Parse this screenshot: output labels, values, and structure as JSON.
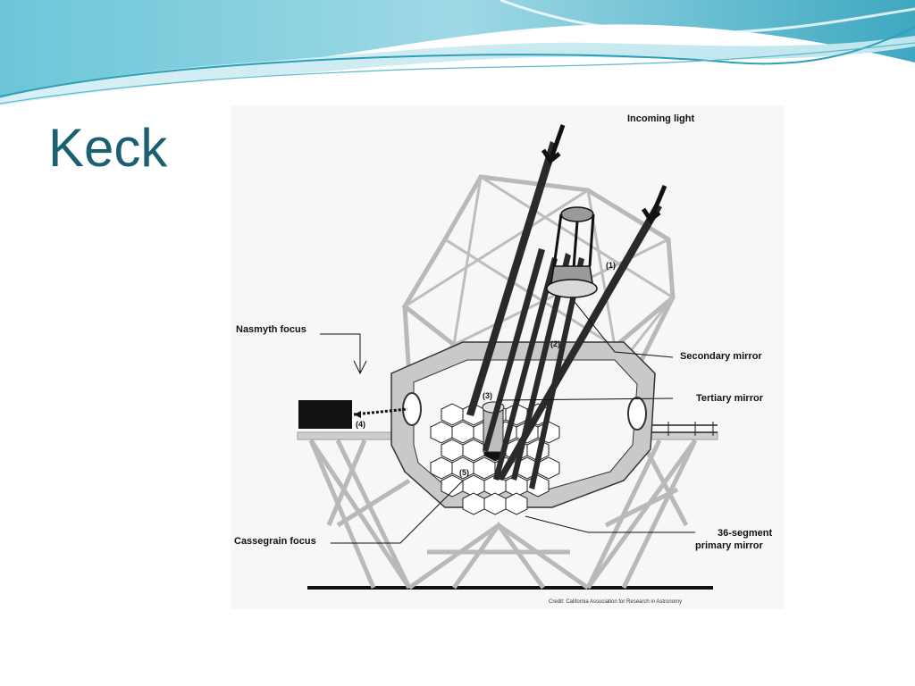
{
  "slide": {
    "title": "Keck"
  },
  "diagram": {
    "labels": {
      "incoming_light": "Incoming light",
      "nasmyth_focus": "Nasmyth focus",
      "secondary_mirror": "Secondary mirror",
      "tertiary_mirror": "Tertiary mirror",
      "cassegrain_focus": "Cassegrain focus",
      "primary_mirror_line1": "36-segment",
      "primary_mirror_line2": "primary mirror"
    },
    "path_numbers": {
      "n1": "(1)",
      "n2": "(2)",
      "n3": "(3)",
      "n4": "(4)",
      "n5": "(5)"
    },
    "credit": "Credit: California Association for Research in Astronomy"
  },
  "colors": {
    "title": "#1b6072",
    "wave_dark": "#2e9fb8",
    "wave_light": "#a9dde8"
  }
}
